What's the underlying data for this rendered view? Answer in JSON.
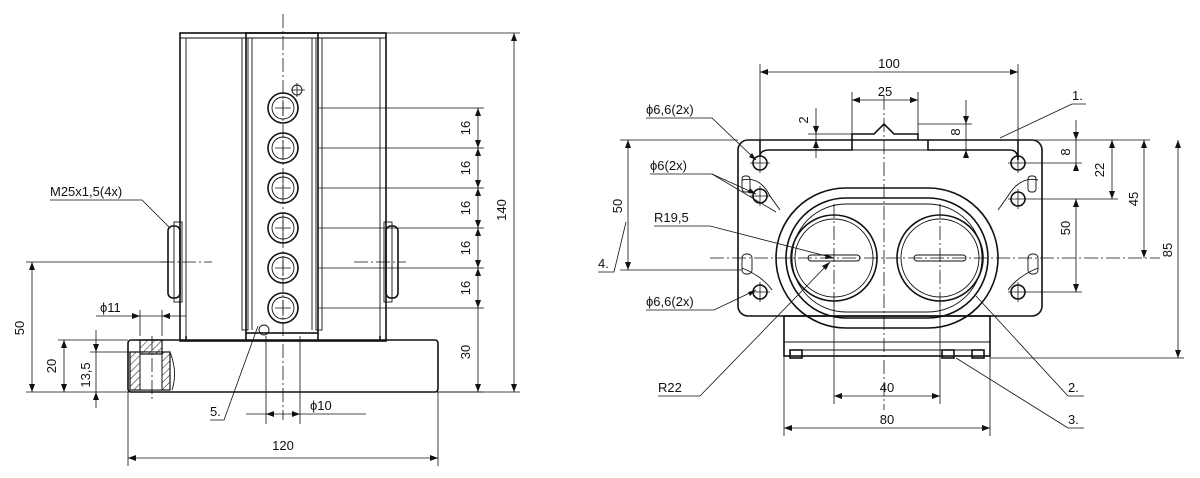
{
  "left_view": {
    "thread_label": "M25x1,5(4x)",
    "dim_16": [
      "16",
      "16",
      "16",
      "16",
      "16"
    ],
    "dim_140": "140",
    "dim_30": "30",
    "dim_50": "50",
    "dim_20": "20",
    "dim_13_5": "13,5",
    "dim_d11": "ϕ11",
    "dim_d10": "ϕ10",
    "dim_120": "120",
    "callout_5": "5."
  },
  "right_view": {
    "dim_100": "100",
    "dim_25": "25",
    "dim_2": "2",
    "dim_8_top": "8",
    "dim_8_side": "8",
    "dim_22": "22",
    "dim_45": "45",
    "dim_50_inner": "50",
    "dim_85": "85",
    "dim_50_left": "50",
    "dim_40": "40",
    "dim_80": "80",
    "hole_66_top": "ϕ6,6(2x)",
    "hole_6": "ϕ6(2x)",
    "radius_195": "R19,5",
    "hole_66_bottom": "ϕ6,6(2x)",
    "radius_22": "R22",
    "callout_1": "1.",
    "callout_2": "2.",
    "callout_3": "3.",
    "callout_4": "4."
  }
}
